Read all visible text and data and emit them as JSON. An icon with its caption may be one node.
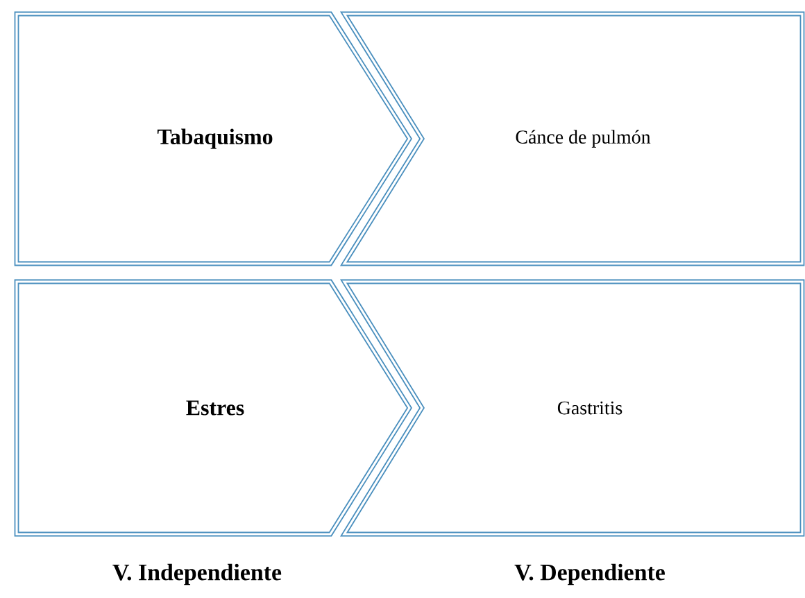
{
  "diagram": {
    "nodes": [
      {
        "text": [
          "Tabaquismo"
        ]
      },
      {
        "text": [
          "Cánce de pulmón"
        ]
      },
      {
        "text": [
          "Estres"
        ]
      },
      {
        "text": [
          "Gastritis"
        ]
      }
    ],
    "labels": [
      "V. Independiente",
      "V. Dependiente"
    ]
  }
}
